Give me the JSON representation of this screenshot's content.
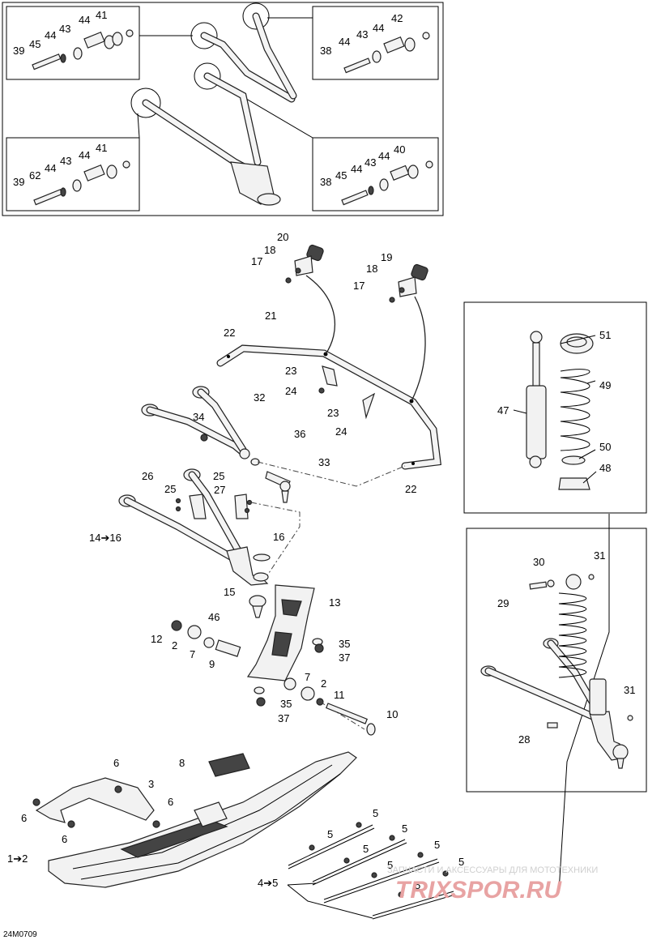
{
  "labels": {
    "n41a": "41",
    "n44a": "44",
    "n43a": "43",
    "n44b": "44",
    "n45a": "45",
    "n39a": "39",
    "n42": "42",
    "n44c": "44",
    "n43b": "43",
    "n44d": "44",
    "n38a": "38",
    "n41b": "41",
    "n44e": "44",
    "n43c": "43",
    "n44f": "44",
    "n62": "62",
    "n39b": "39",
    "n40": "40",
    "n44g": "44",
    "n43d": "43",
    "n44h": "44",
    "n45b": "45",
    "n38b": "38",
    "n20": "20",
    "n18a": "18",
    "n17a": "17",
    "n19": "19",
    "n18b": "18",
    "n17b": "17",
    "n21": "21",
    "n22a": "22",
    "n23a": "23",
    "n24a": "24",
    "n23b": "23",
    "n24b": "24",
    "n32": "32",
    "n34": "34",
    "n36": "36",
    "n33": "33",
    "n22b": "22",
    "n26": "26",
    "n25a": "25",
    "n25b": "25",
    "n27": "27",
    "n14": "14➔16",
    "n16": "16",
    "n15": "15",
    "n13": "13",
    "n46": "46",
    "n12": "12",
    "n2a": "2",
    "n7a": "7",
    "n9": "9",
    "n35a": "35",
    "n37a": "37",
    "n7b": "7",
    "n2b": "2",
    "n11": "11",
    "n35b": "35",
    "n37b": "37",
    "n10": "10",
    "n51": "51",
    "n49": "49",
    "n47": "47",
    "n50": "50",
    "n48": "48",
    "n30": "30",
    "n31a": "31",
    "n29": "29",
    "n31b": "31",
    "n28": "28",
    "n8": "8",
    "n6a": "6",
    "n3": "3",
    "n6b": "6",
    "n6c": "6",
    "n6d": "6",
    "n1": "1➔2",
    "n5a": "5",
    "n5b": "5",
    "n5c": "5",
    "n5d": "5",
    "n5e": "5",
    "n5f": "5",
    "n5g": "5",
    "n5h": "5",
    "n4": "4➔5"
  },
  "watermark": {
    "line1": "ЗАПЧАСТИ И АКСЕССУАРЫ ДЛЯ МОТОТЕХНИКИ",
    "line2": "TRIXSPOR.RU"
  },
  "diagram_code": "24M0709"
}
